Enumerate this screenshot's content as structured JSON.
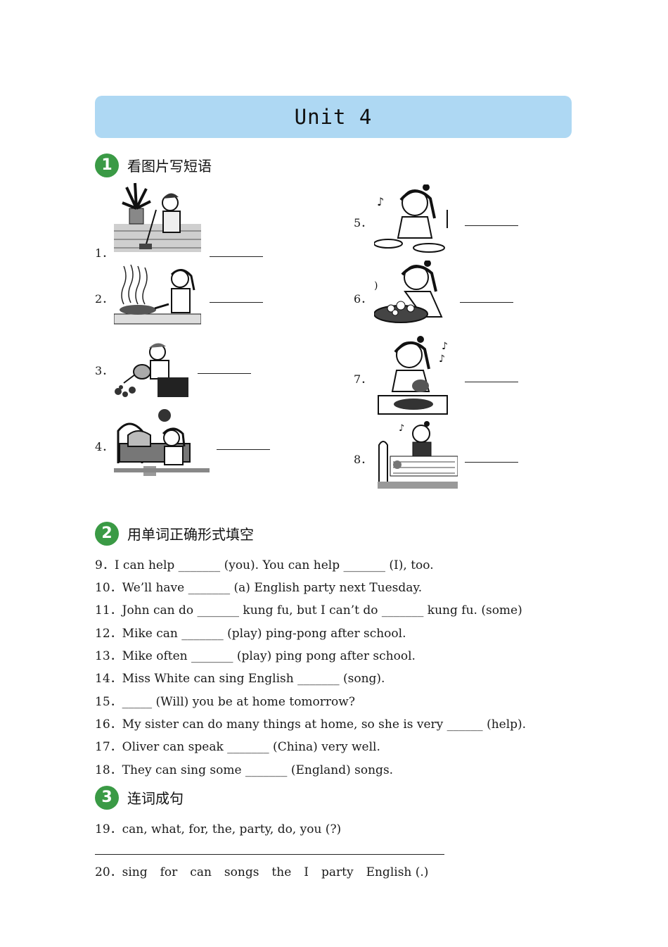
{
  "unit_title": "Unit 4",
  "sections": [
    {
      "number": "1",
      "title": "看图片写短语"
    },
    {
      "number": "2",
      "title": "用单词正确形式填空"
    },
    {
      "number": "3",
      "title": "连词成句"
    }
  ],
  "picture_items": [
    {
      "label": "1．",
      "blank": "________",
      "picture": "girl-sweeping-floor"
    },
    {
      "label": "2．",
      "blank": "________",
      "picture": "girl-cooking-meals"
    },
    {
      "label": "3．",
      "blank": "________",
      "picture": "boy-watering-flowers"
    },
    {
      "label": "4．",
      "blank": "________",
      "picture": "girl-making-bed"
    },
    {
      "label": "5．",
      "blank": "________",
      "picture": "girl-setting-table"
    },
    {
      "label": "6．",
      "blank": "________",
      "picture": "girl-emptying-trash"
    },
    {
      "label": "7．",
      "blank": "________",
      "picture": "girl-washing-dishes"
    },
    {
      "label": "8．",
      "blank": "________",
      "picture": "girl-doing-homework"
    }
  ],
  "fill_items": [
    "9．I can help _______ (you). You can help _______ (I), too.",
    "10．We’ll have _______ (a) English party next Tuesday.",
    "11．John can do _______ kung fu, but I can’t do _______ kung fu. (some)",
    "12．Mike can _______ (play) ping-pong after school.",
    "13．Mike often _______ (play) ping pong after school.",
    "14．Miss White can sing English _______ (song).",
    "15．_____ (Will) you be at home tomorrow?",
    "16．My sister can do many things at home, so she is very ______ (help).",
    "17．Oliver can speak _______ (China) very well.",
    "18．They can sing some _______ (England) songs."
  ],
  "order_items": {
    "q19": "19．can, what, for, the, party, do, you (?)",
    "q20_label": "20．",
    "q20_words": [
      "sing",
      "for",
      "can",
      "songs",
      "the",
      "I",
      "party",
      "English (.)"
    ]
  }
}
